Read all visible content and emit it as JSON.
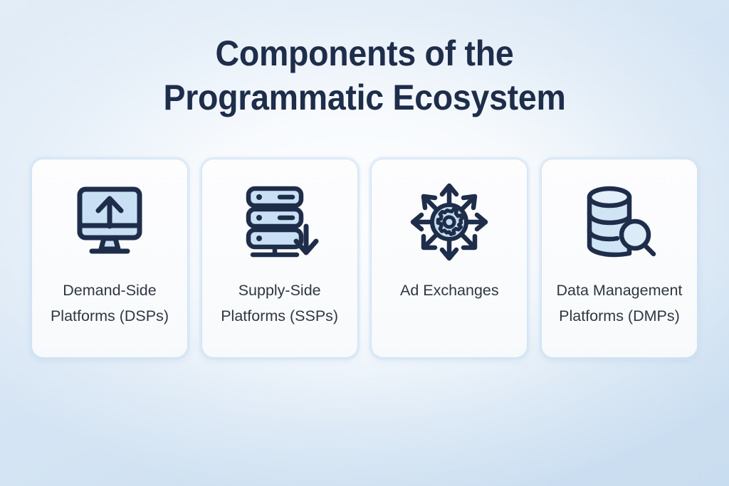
{
  "slide": {
    "title_line_1": "Components of the",
    "title_line_2": "Programmatic Ecosystem",
    "title_color": "#1e2d4a",
    "background_colors": {
      "top_left": "#e2edf7",
      "bottom_right": "#c9ddf0",
      "center_glow": "#ffffff"
    }
  },
  "cards": [
    {
      "icon_name": "monitor-up-arrow-icon",
      "label": "Demand-Side\nPlatforms (DSPs)",
      "label_line_1": "Demand-Side",
      "label_line_2": "Platforms (DSPs)",
      "icon_fill": "#c9e0f4",
      "icon_stroke": "#1e2d4a"
    },
    {
      "icon_name": "server-rack-down-arrow-icon",
      "label": "Supply-Side\nPlatforms (SSPs)",
      "label_line_1": "Supply-Side",
      "label_line_2": "Platforms (SSPs)",
      "icon_fill": "#c9e0f4",
      "icon_stroke": "#1e2d4a"
    },
    {
      "icon_name": "gear-hub-arrows-icon",
      "label": "Ad Exchanges",
      "label_line_1": "Ad Exchanges",
      "label_line_2": "",
      "icon_fill": "#c5ddf2",
      "icon_stroke": "#1e2d4a"
    },
    {
      "icon_name": "database-magnifier-icon",
      "label": "Data Management\nPlatforms (DMPs)",
      "label_line_1": "Data Management",
      "label_line_2": "Platforms (DMPs)",
      "icon_fill": "#cfe4f5",
      "icon_stroke": "#1e2d4a"
    }
  ],
  "card_style": {
    "background": "#fafbfd",
    "border_color": "#b0cee9",
    "label_color": "#2f3743"
  }
}
